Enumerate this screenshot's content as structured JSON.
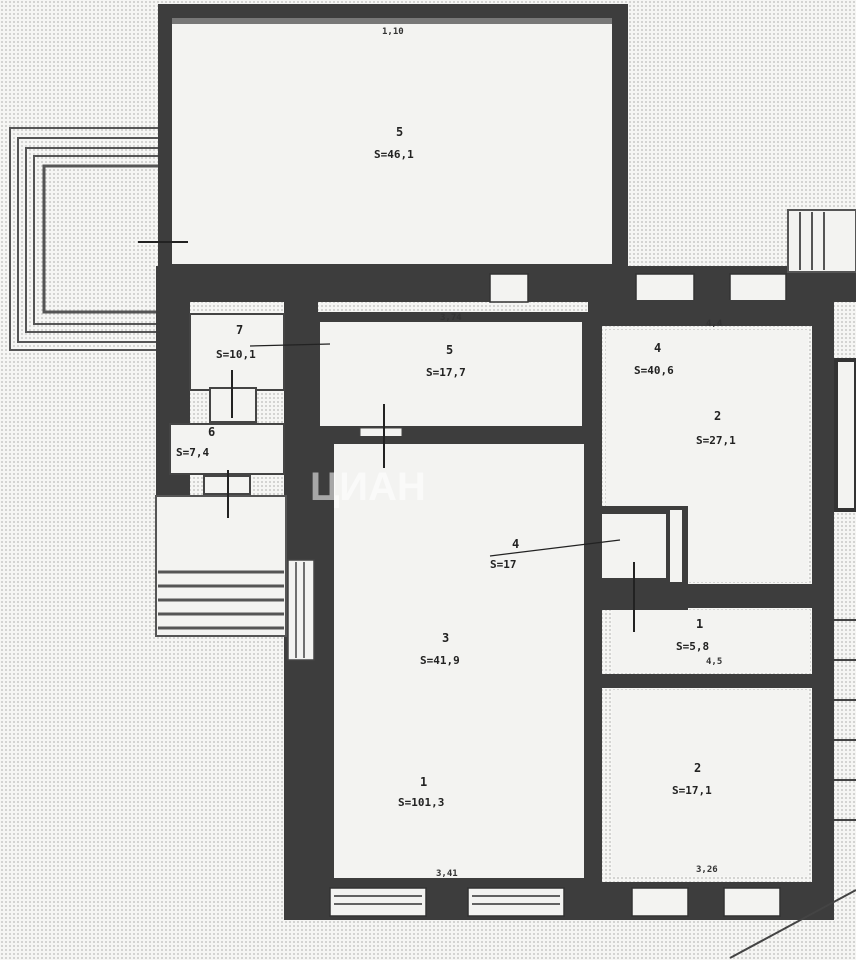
{
  "rooms": [
    {
      "id": "top",
      "number": "5",
      "area": "S=46,1"
    },
    {
      "id": "r7",
      "number": "7",
      "area": "S=10,1"
    },
    {
      "id": "r6",
      "number": "6",
      "area": "S=7,4"
    },
    {
      "id": "r5",
      "number": "5",
      "area": "S=17,7"
    },
    {
      "id": "r4a",
      "number": "4",
      "area": "S=40,6"
    },
    {
      "id": "r2a",
      "number": "2",
      "area": "S=27,1"
    },
    {
      "id": "r4",
      "number": "4",
      "area": "S=17"
    },
    {
      "id": "r3",
      "number": "3",
      "area": "S=41,9"
    },
    {
      "id": "r1",
      "number": "1",
      "area": "S=101,3"
    },
    {
      "id": "r1b",
      "number": "1",
      "area": "S=5,8"
    },
    {
      "id": "r2b",
      "number": "2",
      "area": "S=17,1"
    }
  ],
  "dimensions": {
    "top_width": "1,10",
    "r5_width": "3,74",
    "r4a_width": "4,4",
    "r1b_extra": "4,5",
    "bottom_left": "3,41",
    "bottom_right": "3,26"
  },
  "watermark": "ЦИАН"
}
